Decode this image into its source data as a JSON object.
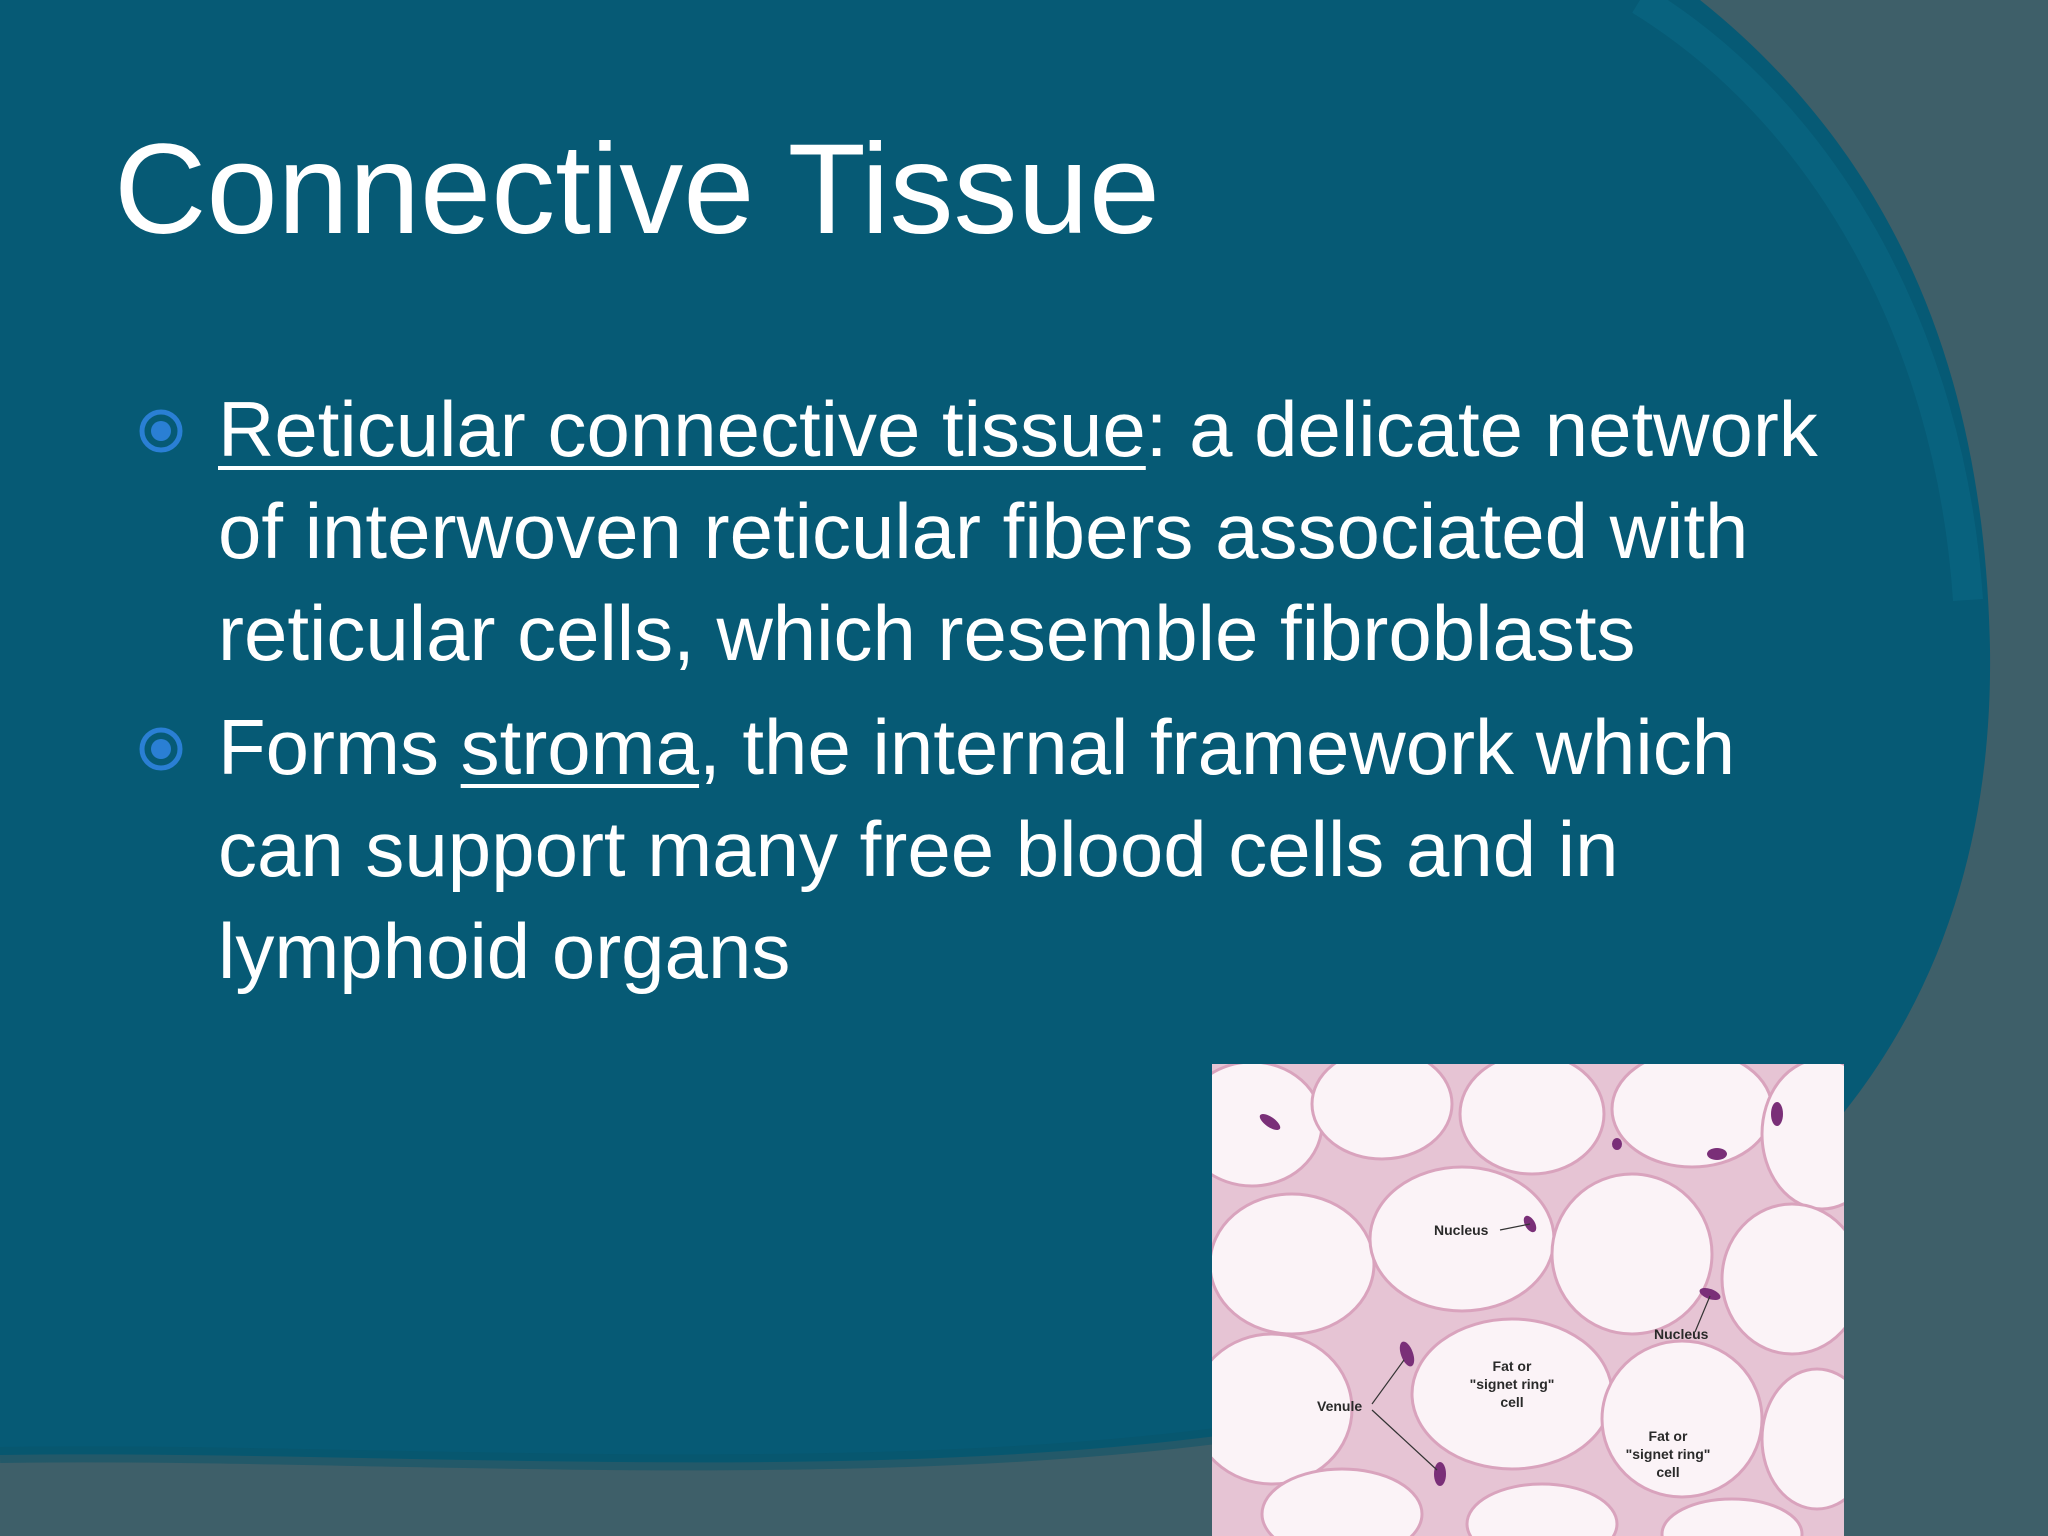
{
  "slide": {
    "title": "Connective Tissue",
    "colors": {
      "background_teal": "#065a75",
      "background_gray": "#3e5f69",
      "text": "#ffffff",
      "bullet_marker": "#2a7fd4"
    },
    "bullets": [
      {
        "icon": "target-bullet-icon",
        "term": "Reticular connective tissue",
        "text": ": a delicate network of interwoven reticular fibers associated with reticular cells, which resemble fibroblasts"
      },
      {
        "icon": "target-bullet-icon",
        "lead": "Forms ",
        "term": "stroma",
        "text": ", the internal framework which can support many free blood cells and in lymphoid organs"
      }
    ]
  },
  "figure": {
    "labels": {
      "nucleus_top": "Nucleus",
      "nucleus_right": "Nucleus",
      "fat_cell_center_1": "Fat or",
      "fat_cell_center_2": "\"signet ring\"",
      "fat_cell_center_3": "cell",
      "fat_cell_right_1": "Fat or",
      "fat_cell_right_2": "\"signet ring\"",
      "fat_cell_right_3": "cell",
      "venule": "Venule"
    }
  }
}
